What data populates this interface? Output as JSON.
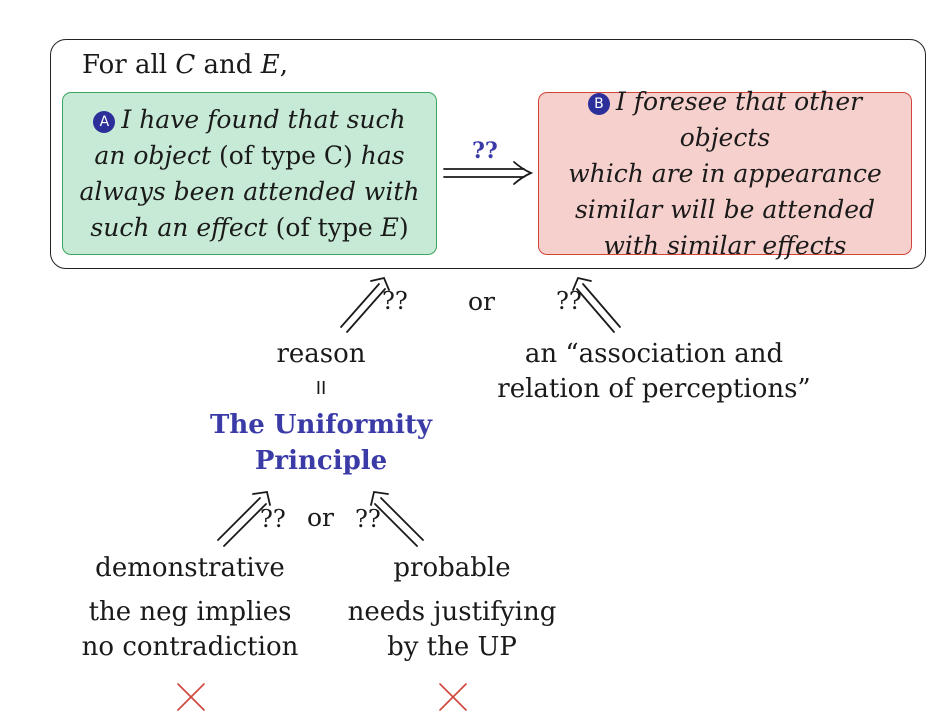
{
  "frame": {
    "prefix": "For all ",
    "var_c": "C",
    "and": " and ",
    "var_e": "E",
    "comma": ","
  },
  "box_a": {
    "badge": "A",
    "line1": "I have found that such",
    "line2_it": "an object",
    "line2_rest": " (of type C) ",
    "line2_end": "has",
    "line3": "always been attended with",
    "line4_it": "such an effect",
    "line4_rest": " (of type ",
    "line4_var": "E",
    "line4_close": ")"
  },
  "box_b": {
    "badge": "B",
    "line1": "I foresee that other objects",
    "line2": "which are in appearance",
    "line3": "similar will be attended",
    "line4": "with similar effects"
  },
  "top_arrow_label": "??",
  "level1": {
    "left_q": "??",
    "or": "or",
    "right_q": "??",
    "left_label": "reason",
    "equals": "II",
    "right_label_1": "an “association and",
    "right_label_2": "relation of perceptions”"
  },
  "principle": {
    "line1": "The Uniformity",
    "line2": "Principle",
    "color": "#3b3ba8"
  },
  "level2": {
    "left_q": "??",
    "or": "or",
    "right_q": "??",
    "left_label": "demonstrative",
    "right_label": "probable",
    "left_note_1": "the neg implies",
    "left_note_2": "no contradiction",
    "right_note_1": "needs justifying",
    "right_note_2": "by the UP",
    "cross_color": "#d0453a"
  }
}
